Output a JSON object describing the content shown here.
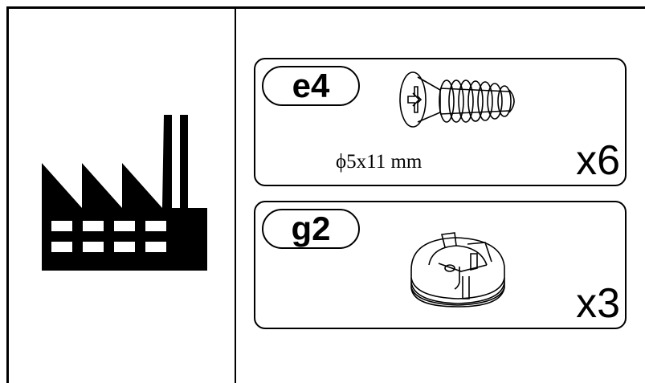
{
  "parts": [
    {
      "code": "e4",
      "dimension": "ϕ5x11 mm",
      "quantity": "x6",
      "icon": "phillips-screw-icon"
    },
    {
      "code": "g2",
      "quantity": "x3",
      "icon": "cam-lock-fitting-icon"
    }
  ],
  "side_icon": "factory-icon"
}
